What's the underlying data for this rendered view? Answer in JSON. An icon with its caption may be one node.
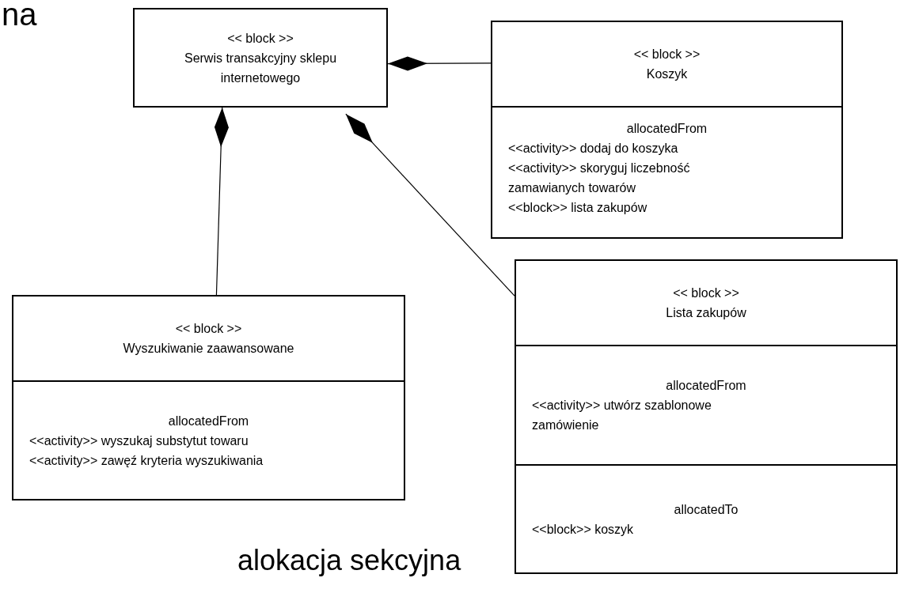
{
  "diagram": {
    "caption": "alokacja sekcyjna",
    "nodes": [
      {
        "text": [
          "<< block >>",
          "Serwis transakcyjny sklepu internetowego"
        ]
      },
      {
        "text": [
          "<< block >>",
          "Koszyk",
          "allocatedFrom",
          "<<activity>> dodaj do koszyka",
          "<<activity>> skoryguj liczebność zamawianych towarów",
          "<<block>> lista zakupów"
        ]
      },
      {
        "text": [
          "<< block >>",
          "Wyszukiwanie zaawansowane",
          "allocatedFrom",
          "<<activity>> wyszukaj substytut towaru",
          "<<activity>> zawęź kryteria wyszukiwania"
        ]
      },
      {
        "text": [
          "<< block >>",
          "Lista zakupów",
          "allocatedFrom",
          "<<activity>> utwórz szablonowe zamówienie",
          "allocatedTo",
          "<<block>> koszyk"
        ]
      }
    ],
    "edges": [
      {
        "from": 0,
        "to": 1,
        "arrow": "other"
      },
      {
        "from": 0,
        "to": 2,
        "arrow": "other"
      },
      {
        "from": 0,
        "to": 3,
        "arrow": "other"
      }
    ],
    "labels": [
      "na"
    ]
  }
}
